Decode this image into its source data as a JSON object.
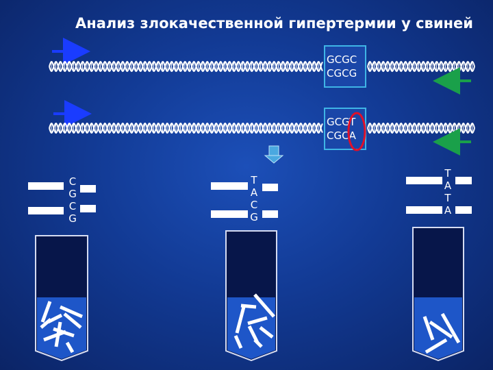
{
  "slide": {
    "title": "Анализ злокачественной гипертермии у свиней"
  },
  "dna_rows": [
    {
      "top_sequence": "GCGC",
      "bottom_sequence": "CGCG",
      "highlighted": false
    },
    {
      "top_sequence": "GCGT",
      "bottom_sequence": "CGCA",
      "highlighted": true
    }
  ],
  "fragments": [
    {
      "letters": [
        "C",
        "G",
        "C",
        "G"
      ]
    },
    {
      "letters": [
        "T",
        "A",
        "C",
        "G"
      ]
    },
    {
      "letters": [
        "T",
        "A",
        "T",
        "A"
      ]
    }
  ],
  "colors": {
    "background": "#123a94",
    "forward_arrow": "#1a3cff",
    "reverse_arrow": "#1aa04a",
    "mutation_circle": "#e0102a",
    "sequence_box_border": "#3fb5e6",
    "down_arrow": "#4aa8e0"
  }
}
